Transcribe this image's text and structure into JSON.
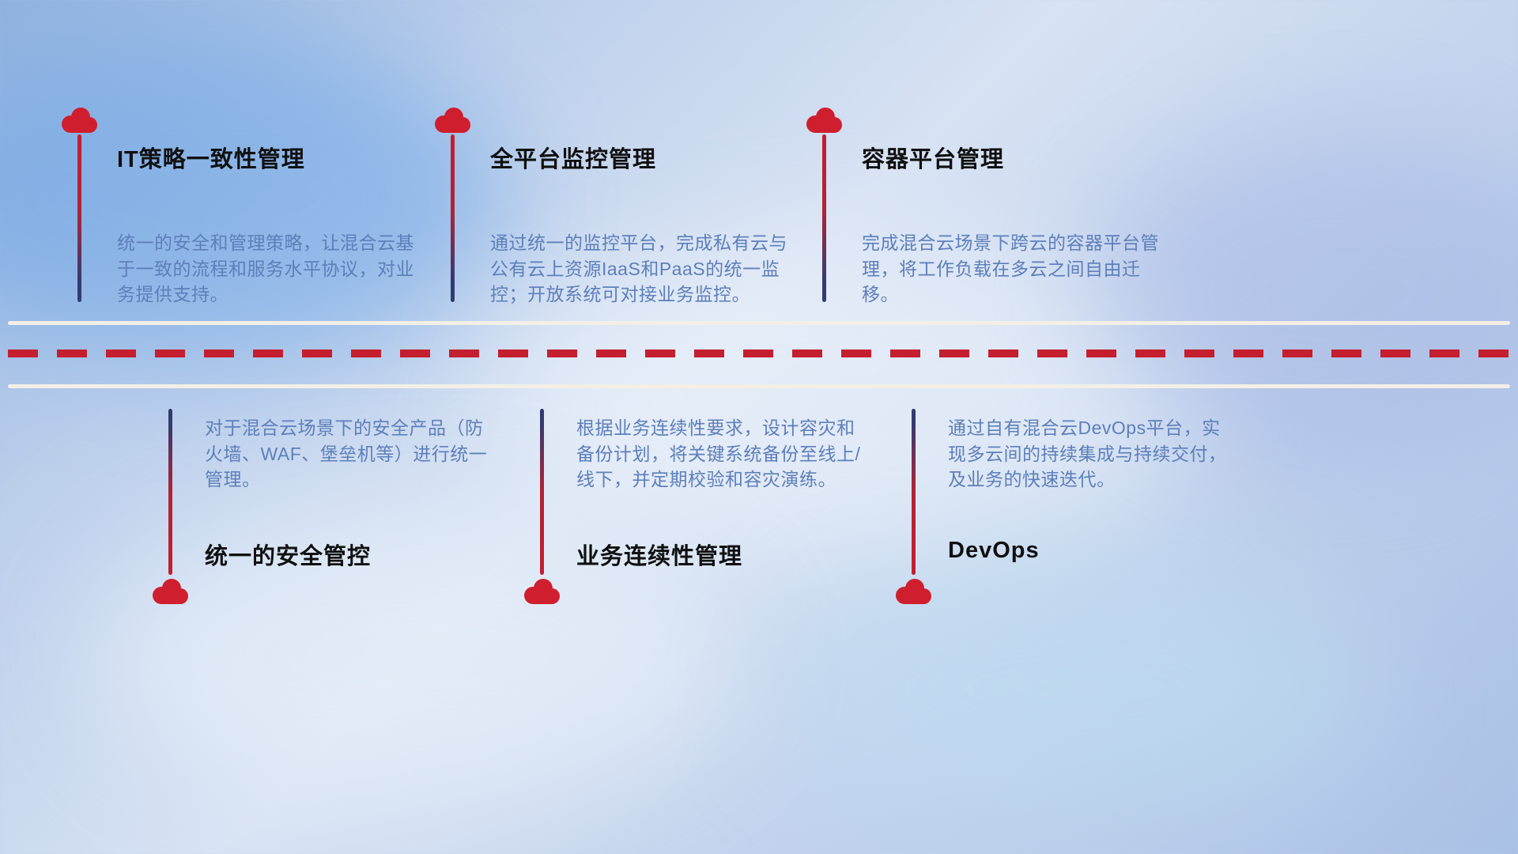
{
  "top_items": [
    {
      "title": "IT策略一致性管理",
      "description": "统一的安全和管理策略，让混合云基于一致的流程和服务水平协议，对业务提供支持。"
    },
    {
      "title": "全平台监控管理",
      "description": "通过统一的监控平台，完成私有云与公有云上资源IaaS和PaaS的统一监控；开放系统可对接业务监控。"
    },
    {
      "title": "容器平台管理",
      "description": "完成混合云场景下跨云的容器平台管理，将工作负载在多云之间自由迁移。"
    }
  ],
  "bottom_items": [
    {
      "title": "统一的安全管控",
      "description": "对于混合云场景下的安全产品（防火墙、WAF、堡垒机等）进行统一管理。"
    },
    {
      "title": "业务连续性管理",
      "description": "根据业务连续性要求，设计容灾和备份计划，将关键系统备份至线上/线下，并定期校验和容灾演练。"
    },
    {
      "title": "DevOps",
      "description": "通过自有混合云DevOps平台，实现多云间的持续集成与持续交付，及业务的快速迭代。"
    }
  ],
  "icons": {
    "marker": "cloud-icon"
  },
  "colors": {
    "accent_red": "#c41e2f",
    "cloud_red": "#cf1f2e",
    "stem_navy": "#333a72",
    "title_text": "#101010",
    "description_text": "#5d7fba",
    "divider_solid": "#f3efe6"
  }
}
